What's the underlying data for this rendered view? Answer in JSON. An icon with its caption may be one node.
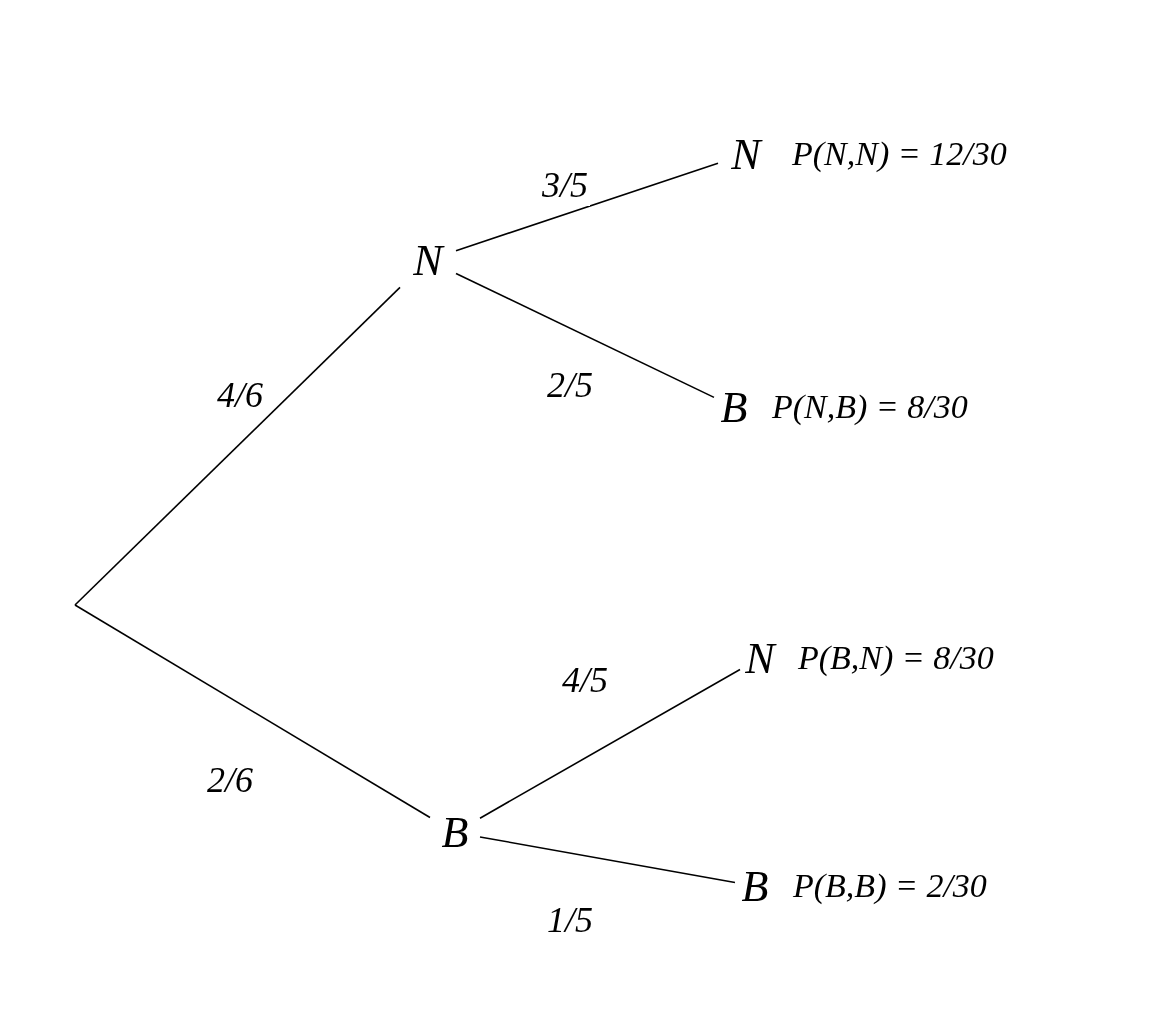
{
  "diagram": {
    "nodes": [
      {
        "text": [
          "N"
        ]
      },
      {
        "text": [
          "B"
        ]
      },
      {
        "text": [
          "N"
        ],
        "beside": [
          "P(N,N) = 12/30"
        ]
      },
      {
        "text": [
          "B"
        ],
        "beside": [
          "P(N,B) = 8/30"
        ]
      },
      {
        "text": [
          "N"
        ],
        "beside": [
          "P(B,N) = 8/30"
        ]
      },
      {
        "text": [
          "B"
        ],
        "beside": [
          "P(B,B) = 2/30"
        ]
      }
    ],
    "edges": [
      {
        "from": null,
        "to": 0,
        "arrow": "none",
        "label": "4/6"
      },
      {
        "from": null,
        "to": 1,
        "arrow": "none",
        "label": "2/6"
      },
      {
        "from": 0,
        "to": 2,
        "arrow": "none",
        "label": "3/5"
      },
      {
        "from": 0,
        "to": 3,
        "arrow": "none",
        "label": "2/5"
      },
      {
        "from": 1,
        "to": 4,
        "arrow": "none",
        "label": "4/5"
      },
      {
        "from": 1,
        "to": 5,
        "arrow": "none",
        "label": "1/5"
      }
    ]
  }
}
